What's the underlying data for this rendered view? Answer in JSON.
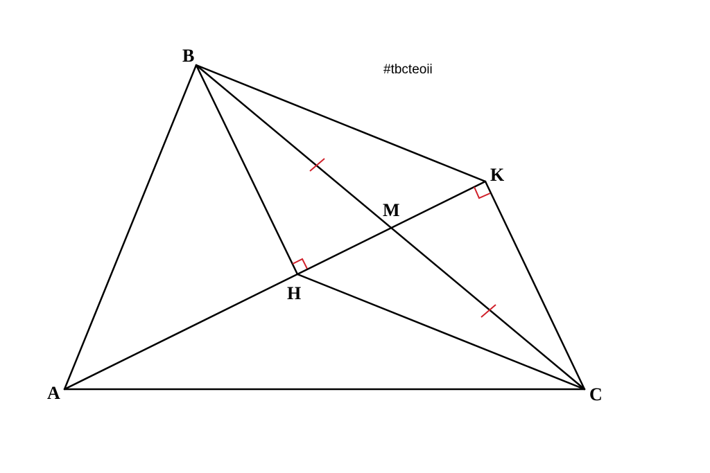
{
  "title_tag": "#tbcteoii",
  "points": {
    "A": "A",
    "B": "B",
    "C": "C",
    "H": "H",
    "K": "K",
    "M": "M"
  },
  "colors": {
    "line": "#000000",
    "mark": "#d0202a"
  }
}
